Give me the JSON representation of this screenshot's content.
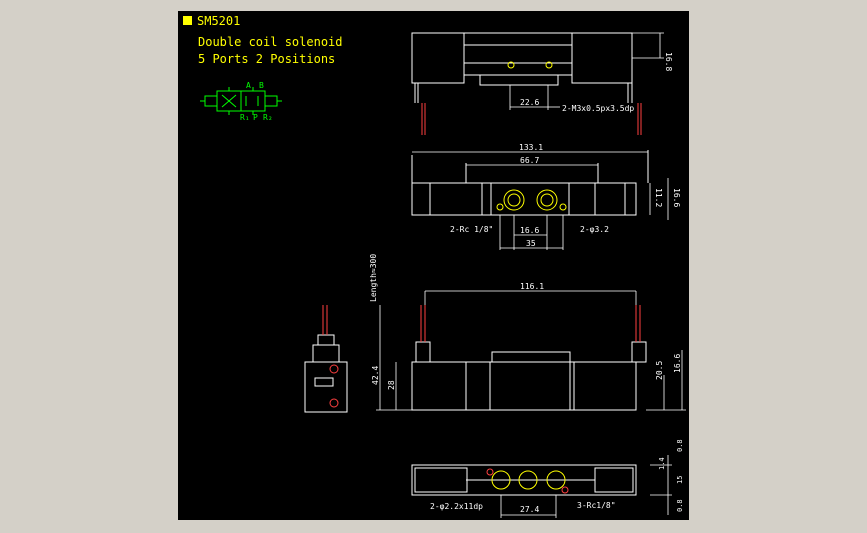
{
  "title": {
    "code": "SM5201",
    "line1": "Double coil solenoid",
    "line2": "5 Ports 2 Positions"
  },
  "symbol": {
    "top_a": "A",
    "top_b": "B",
    "bottom_r1": "R₁",
    "bottom_p": "P",
    "bottom_r2": "R₂"
  },
  "dims": {
    "d_16_8": "16.8",
    "d_22_6": "22.6",
    "note_m3": "2-M3x0.5px3.5dp",
    "d_133_1": "133.1",
    "d_66_7": "66.7",
    "d_11_2": "11.2",
    "d_16_6_a": "16.6",
    "note_rc": "2-Rc 1/8\"",
    "d_16_6_b": "16.6",
    "note_phi": "2-φ3.2",
    "d_35": "35",
    "d_116_1": "116.1",
    "length": "Length≈300",
    "d_42_4": "42.4",
    "d_28": "28",
    "d_20_5": "20.5",
    "d_16_6_c": "16.6",
    "d_0_8_a": "0.8",
    "d_1_4": "1.4",
    "d_15": "15",
    "d_0_8_b": "0.8",
    "note_phi2": "2-φ2.2x11dp",
    "d_27_4": "27.4",
    "note_rc2": "3-Rc1/8\""
  },
  "colors": {
    "background": "#000000",
    "frame": "#d4d0c8",
    "title": "#ffff00",
    "outline": "#ffffff",
    "dimension": "#ffffff",
    "port": "#ffff00",
    "symbol": "#00ff00",
    "wire": "#ff4040"
  }
}
